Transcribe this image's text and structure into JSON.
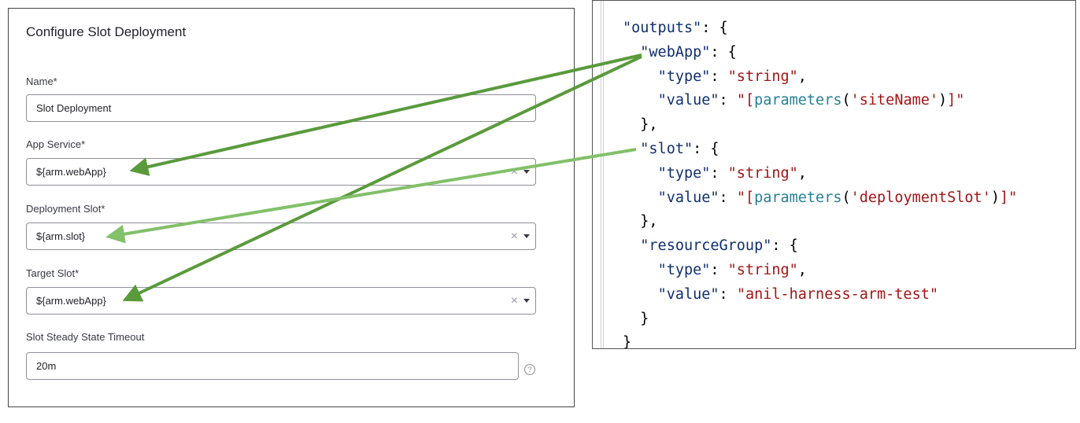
{
  "form": {
    "title": "Configure Slot Deployment",
    "name_label": "Name*",
    "name_value": "Slot Deployment",
    "app_service_label": "App Service*",
    "app_service_value": "${arm.webApp}",
    "deployment_slot_label": "Deployment Slot*",
    "deployment_slot_value": "${arm.slot}",
    "target_slot_label": "Target Slot*",
    "target_slot_value": "${arm.webApp}",
    "timeout_label": "Slot Steady State Timeout",
    "timeout_value": "20m",
    "clear_glyph": "×",
    "help_glyph": "?"
  },
  "code": {
    "lines": [
      {
        "indent": "",
        "tokens": [
          [
            "k",
            "\"outputs\""
          ],
          [
            "p",
            ": {"
          ]
        ]
      },
      {
        "indent": "  ",
        "tokens": [
          [
            "k",
            "\"webApp\""
          ],
          [
            "p",
            ": {"
          ]
        ]
      },
      {
        "indent": "    ",
        "tokens": [
          [
            "k",
            "\"type\""
          ],
          [
            "p",
            ": "
          ],
          [
            "s",
            "\"string\""
          ],
          [
            "p",
            ","
          ]
        ]
      },
      {
        "indent": "    ",
        "tokens": [
          [
            "k",
            "\"value\""
          ],
          [
            "p",
            ": "
          ],
          [
            "s",
            "\"["
          ],
          [
            "f",
            "parameters"
          ],
          [
            "p",
            "("
          ],
          [
            "s",
            "'siteName'"
          ],
          [
            "p",
            ")"
          ],
          [
            "s",
            "]\""
          ]
        ]
      },
      {
        "indent": "  ",
        "tokens": [
          [
            "p",
            "},"
          ]
        ]
      },
      {
        "indent": "  ",
        "tokens": [
          [
            "k",
            "\"slot\""
          ],
          [
            "p",
            ": {"
          ]
        ]
      },
      {
        "indent": "    ",
        "tokens": [
          [
            "k",
            "\"type\""
          ],
          [
            "p",
            ": "
          ],
          [
            "s",
            "\"string\""
          ],
          [
            "p",
            ","
          ]
        ]
      },
      {
        "indent": "    ",
        "tokens": [
          [
            "k",
            "\"value\""
          ],
          [
            "p",
            ": "
          ],
          [
            "s",
            "\"["
          ],
          [
            "f",
            "parameters"
          ],
          [
            "p",
            "("
          ],
          [
            "s",
            "'deploymentSlot'"
          ],
          [
            "p",
            ")"
          ],
          [
            "s",
            "]\""
          ]
        ]
      },
      {
        "indent": "  ",
        "tokens": [
          [
            "p",
            "},"
          ]
        ]
      },
      {
        "indent": "  ",
        "tokens": [
          [
            "k",
            "\"resourceGroup\""
          ],
          [
            "p",
            ": {"
          ]
        ]
      },
      {
        "indent": "    ",
        "tokens": [
          [
            "k",
            "\"type\""
          ],
          [
            "p",
            ": "
          ],
          [
            "s",
            "\"string\""
          ],
          [
            "p",
            ","
          ]
        ]
      },
      {
        "indent": "    ",
        "tokens": [
          [
            "k",
            "\"value\""
          ],
          [
            "p",
            ": "
          ],
          [
            "s",
            "\"anil-harness-arm-test\""
          ]
        ]
      },
      {
        "indent": "  ",
        "tokens": [
          [
            "p",
            "}"
          ]
        ]
      },
      {
        "indent": "",
        "tokens": [
          [
            "p",
            "}"
          ]
        ]
      }
    ]
  },
  "colors": {
    "arrow_dark": "#5a9a3c",
    "arrow_light": "#82c06a",
    "json_key": "#0f2f6f",
    "json_string": "#a31515",
    "json_function": "#267f99"
  }
}
